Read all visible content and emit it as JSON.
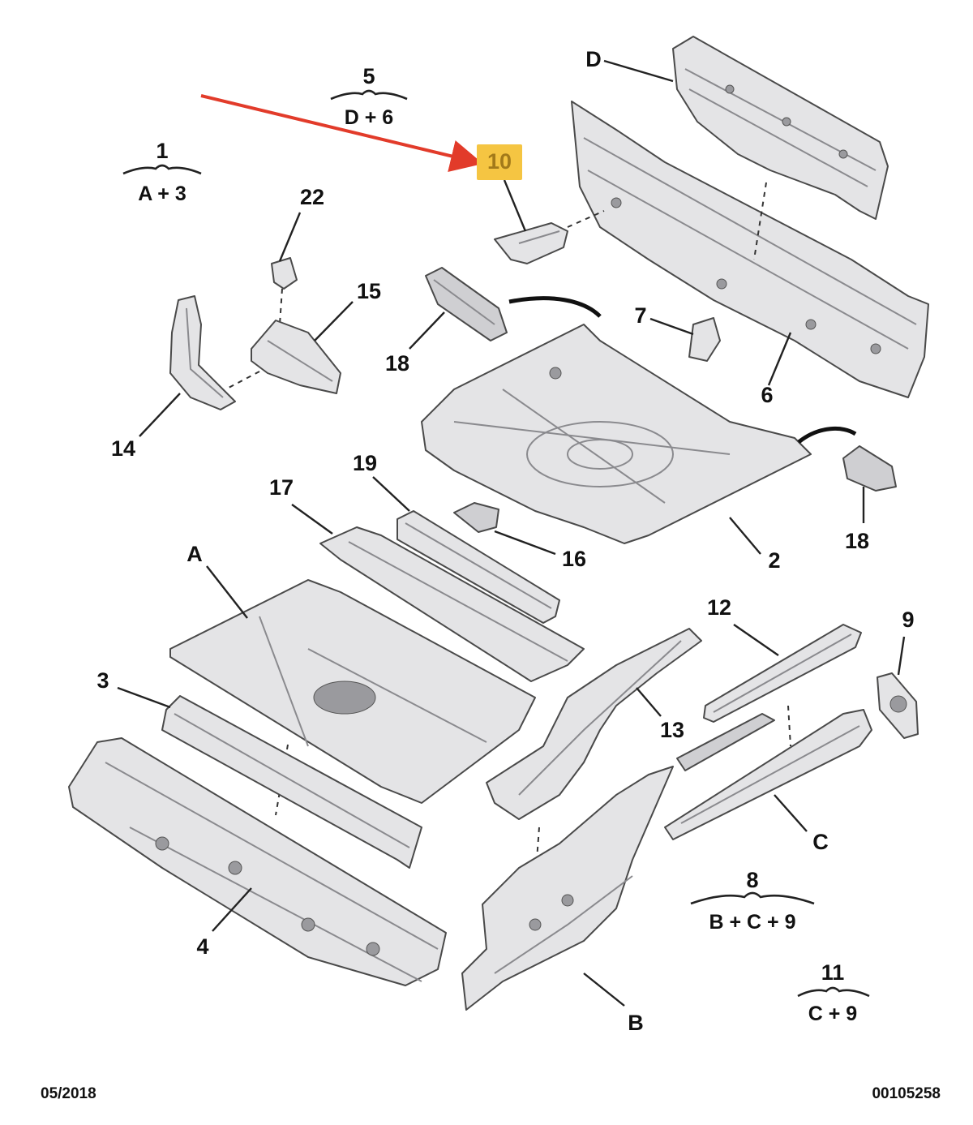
{
  "labels": {
    "n1": "1",
    "n2": "2",
    "n3": "3",
    "n4": "4",
    "n5": "5",
    "n6": "6",
    "n7": "7",
    "n8": "8",
    "n9": "9",
    "n10": "10",
    "n11": "11",
    "n12": "12",
    "n13": "13",
    "n14": "14",
    "n15": "15",
    "n16": "16",
    "n17": "17",
    "n18a": "18",
    "n18b": "18",
    "n19": "19",
    "n22": "22",
    "A": "A",
    "B": "B",
    "C": "C",
    "D": "D"
  },
  "groups": {
    "g1": "A + 3",
    "g5": "D + 6",
    "g8": "B + C + 9",
    "g11": "C + 9"
  },
  "footer": {
    "date": "05/2018",
    "ref": "00105258"
  },
  "colors": {
    "highlight": "#f5c542",
    "arrow": "#e23b2a"
  }
}
